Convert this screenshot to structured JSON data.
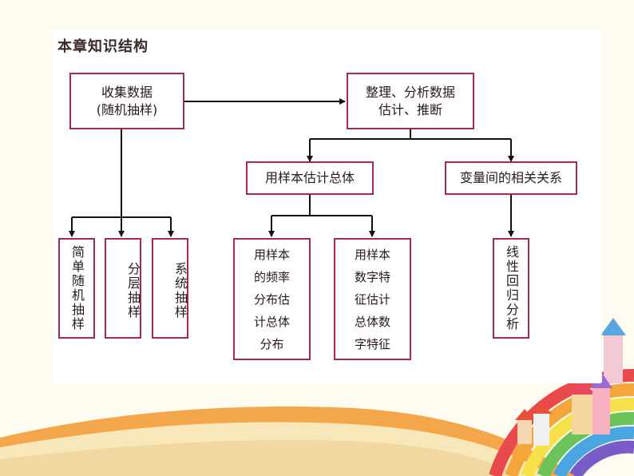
{
  "title": "本章知识结构",
  "nodes": {
    "collect": {
      "line1": "收集数据",
      "line2": "(随机抽样)"
    },
    "organize": {
      "line1": "整理、分析数据",
      "line2": "估计、推断"
    },
    "estimate_population": {
      "label": "用样本估计总体"
    },
    "correlation": {
      "label": "变量间的相关关系"
    },
    "simple_random": {
      "label": "简单随机抽样"
    },
    "stratified": {
      "label": "分层抽样"
    },
    "systematic": {
      "label": "系统抽样"
    },
    "frequency_dist": {
      "lines": [
        "用样本",
        "的频率",
        "分布估",
        "计总体",
        "分布"
      ]
    },
    "numeric_features": {
      "lines": [
        "用样本",
        "数字特",
        "征估计",
        "总体数",
        "字特征"
      ]
    },
    "regression": {
      "label": "线性回归分析"
    }
  },
  "colors": {
    "box_border": "#a02a55",
    "connector": "#111111",
    "panel": "#ffffff"
  }
}
